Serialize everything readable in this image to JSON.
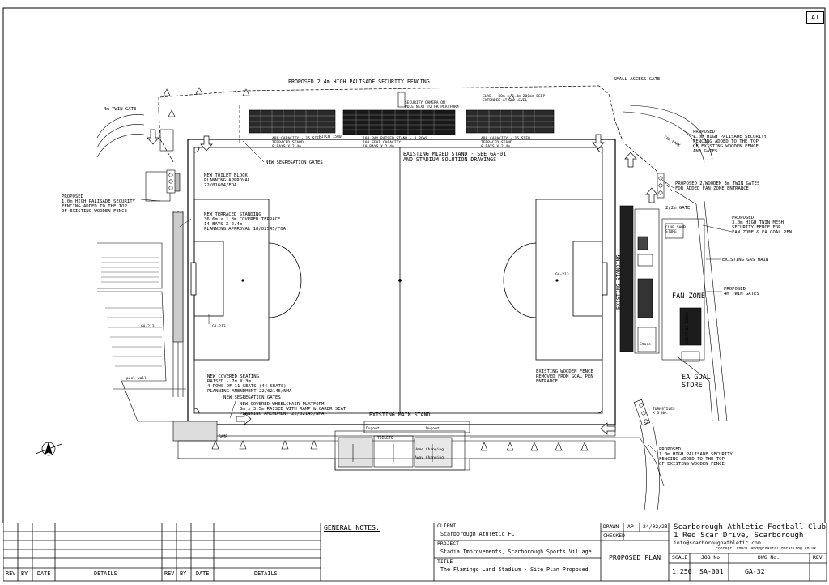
{
  "sheet_size": "A1",
  "labels": {
    "palisade_top": "PROPOSED 2.4m HIGH PALISADE SECURITY FENCING",
    "small_access_gate": "SMALL ACCESS GATE",
    "twin_gate_4m": "4m TWIN GATE",
    "security_camera": "SECURITY CAMERA ON\nPOLE NEXT TO PR PLATFORM",
    "slab": "SLAB - 80m x 3.4m 200mm DEEP\nEXTENDED AT 2m LEVEL",
    "prop_fence_right_top": "PROPOSED\n1.0m HIGH PALISADE SECURITY\nFENCING ADDED TO THE TOP\nOF EXISTING WOODEN FENCE\nAND GATES",
    "stand_capacity_1": "488 CAPACITY - 15 STEP\nTERRACED STAND\n8 BAYS X 2.4m",
    "stand_capacity_2": "108 BAY RAISED STAND - 8 ROWS\n108 SEAT CAPACITY\n10 BAYS X 2.4m",
    "stand_capacity_3": "488 CAPACITY - 15 STEP\nTERRACED STAND\n8 BAYS X 2.4m",
    "pitch_1500": "PITCH 1500",
    "new_segregation_gates": "NEW SEGREGATION GATES",
    "existing_mixed_stand": "EXISTING MIXED STAND - SEE GA-01\nAND STADIUM SOLUTION DRAWINGS",
    "twin_gates_fan_zone": "PROPOSED 2/WOODEN 3m TWIN GATES\nFOR ADDED FAN ZONE ENTRANCE",
    "gate_2_2m": "2/2m GATE",
    "mesh_fence": "PROPOSED\n3.0m HIGH TWIN MESH\nSECURITY FENCE FOR\nFAN ZONE & EA GOAL PEN",
    "existing_gas_main": "EXISTING GAS MAIN",
    "prop_4m_twin_gates": "PROPOSED\n4m TWIN GATES",
    "fan_zone": "FAN ZONE",
    "existing_standing": "EXISTING STANDING",
    "ea_goal_store": "EA GOAL\nSTORE",
    "existing_wooden_fence": "EXISTING WOODEN FENCE\nREMOVED FROM GOAL PEN\nENTRANCE",
    "turnstiles": "TURNSTILES\nX 3 NO.",
    "prop_fence_bottom_right": "PROPOSED\n1.0m HIGH PALISADE SECURITY\nFENCING ADDED TO THE TOP\nOF EXISTING WOODEN FENCE",
    "new_toilet_block": "NEW TOILET BLOCK\nPLANNING APPROVAL\n22/01604/FOA",
    "new_terraced_standing": "NEW TERRACED STANDING\n36.6m x 1.8m COVERED TERRACE\n14 BAYS X 2.4m\nPLANNING APPROVAL 18/02545/FOA",
    "prop_fence_left": "PROPOSED\n1.0m HIGH PALISADE SECURITY\nFENCING ADDED TO THE TOP\nOF EXISTING WOODEN FENCE",
    "ga_213_a": "GA-213",
    "ga_213_b": "GA-213",
    "ga_213_c": "GA-213",
    "new_covered_seating": "NEW COVERED SEATING\nRAISED - 7m X 3m\n4 ROWS OF 11 SEATS (44 SEATS)\nPLANNING AMENDMENT 22/02145/NMA",
    "new_segregation_gates_2": "NEW SEGREGATION GATES",
    "new_wheelchair_platform": "NEW COVERED WHEELCHAIR PLATFORM\n3m x 3.5m RAISED WITH RAMP & CARER SEAT\nPLANNING AMENDMENT 22/02145/NMA",
    "existing_main_stand": "EXISTING MAIN STAND",
    "dugout_1": "Dugout",
    "dugout_2": "Dugout",
    "ramp": "RAMP",
    "pool_wall": "pool wall",
    "toilets": "TOILETS",
    "home_changing": "Home Changing",
    "away_changing": "Away Changing",
    "store": "Store",
    "club_shop": "CLUB SHOP\nSTORE",
    "existing_kiosk": "EXISTING KIOSK",
    "car_park": "CAR PARK"
  },
  "title_block": {
    "rev_headers": {
      "rev": "REV",
      "by": "BY",
      "date": "DATE",
      "details": "DETAILS"
    },
    "general_notes": "GENERAL NOTES:",
    "client_label": "CLIENT",
    "client": "Scarborough Athletic FC",
    "project_label": "PROJECT",
    "project": "Stadia Improvements, Scarborough Sports Village",
    "title_label": "TITLE",
    "title": "The Flamingo Land Stadium - Site Plan Proposed",
    "drawn_label": "DRAWN",
    "drawn_by": "AP",
    "date": "24/02/23",
    "checked_label": "CHECKED",
    "status": "PROPOSED PLAN",
    "org_name": "Scarborough Athletic Football Club",
    "org_address": "1 Red Scar Drive, Scarborough",
    "org_email": "info@scarboroughathletic.com",
    "org_contact": "concept: Email andy@coastal-detailing.co.uk",
    "scale_label": "SCALE",
    "job_label": "JOB No",
    "dwg_label": "DWG No.",
    "rev_label": "REV",
    "scale": "1:250",
    "job_no": "SA-001",
    "dwg_no": "GA-32"
  }
}
